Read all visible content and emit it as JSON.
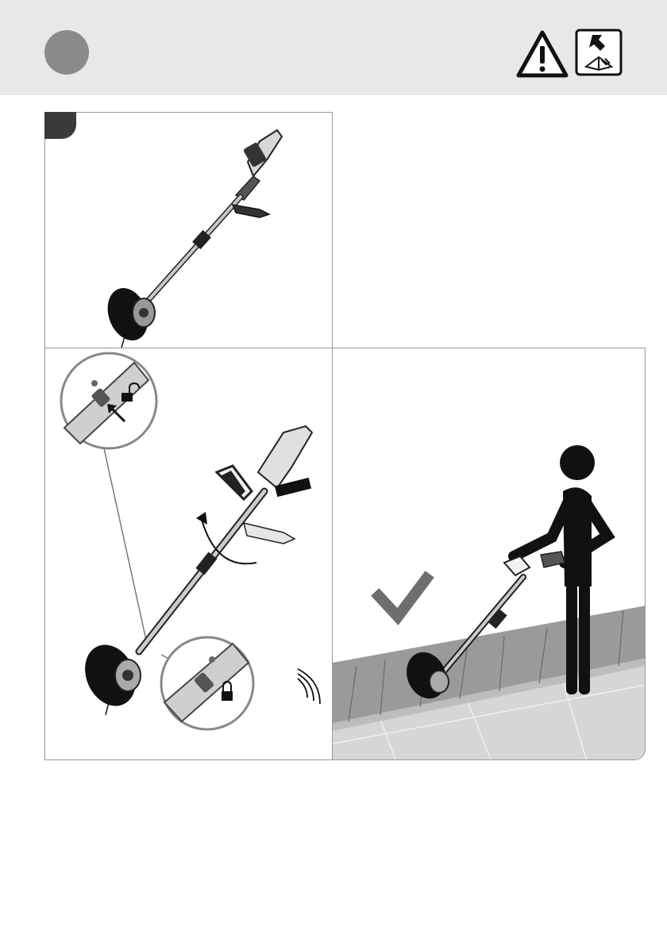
{
  "header": {
    "step_number": "",
    "icons": [
      "warning-triangle-icon",
      "read-manual-icon"
    ]
  },
  "panels": [
    {
      "id": "panel-1",
      "content": "trimmer-overview-illustration"
    },
    {
      "id": "panel-2",
      "content": "shaft-rotation-lock-illustration",
      "icons": [
        "unlock-icon",
        "lock-icon",
        "arrow-icon",
        "click-sound-icon",
        "rotate-arrow-icon"
      ]
    },
    {
      "id": "panel-3",
      "content": "edging-usage-illustration",
      "icons": [
        "checkmark-icon",
        "person-icon"
      ]
    }
  ],
  "colors": {
    "header_bg": "#e8e8e8",
    "circle": "#8a8a8a",
    "badge": "#3a3a3a",
    "check": "#6e6e6e",
    "ground": "#d5d5d5",
    "grass": "#8c8c8c"
  }
}
